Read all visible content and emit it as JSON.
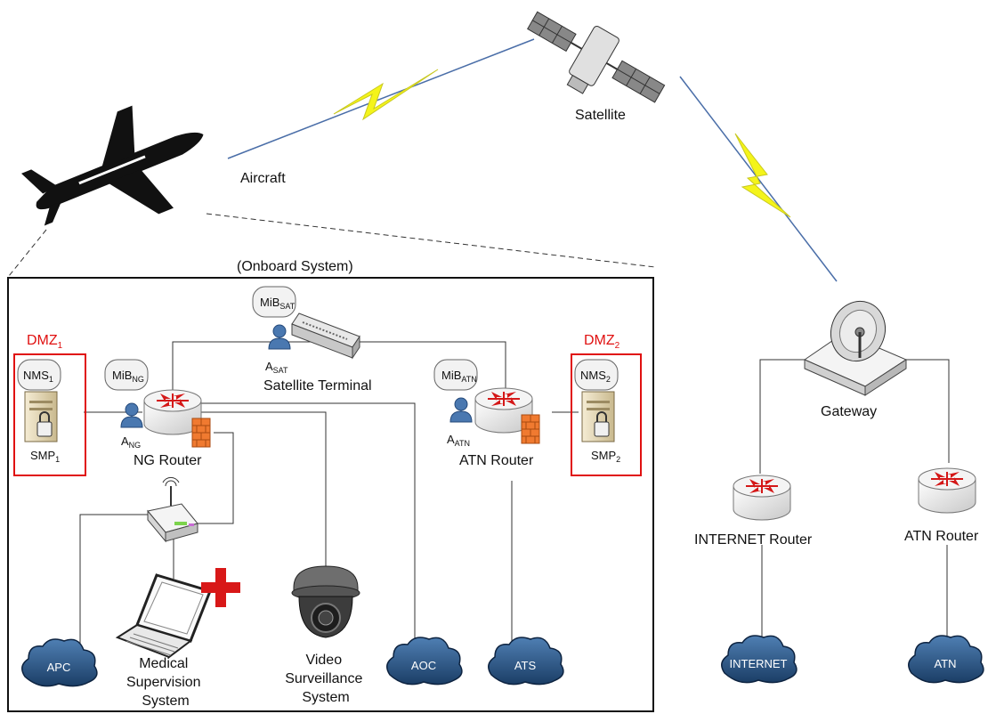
{
  "nodes": {
    "satellite": "Satellite",
    "aircraft": "Aircraft",
    "onboard_system": "(Onboard System)",
    "satellite_terminal": "Satellite Terminal",
    "ng_router": "NG Router",
    "atn_router_onboard": "ATN Router",
    "gateway": "Gateway",
    "internet_router": "INTERNET Router",
    "atn_router_ground": "ATN Router",
    "medical": [
      "Medical",
      "Supervision",
      "System"
    ],
    "video": [
      "Video",
      "Surveillance",
      "System"
    ]
  },
  "agents": {
    "a_sat": {
      "base": "A",
      "sub": "SAT"
    },
    "a_ng": {
      "base": "A",
      "sub": "NG"
    },
    "a_atn": {
      "base": "A",
      "sub": "ATN"
    }
  },
  "mibs": {
    "mib_sat": {
      "base": "MiB",
      "sub": "SAT"
    },
    "mib_ng": {
      "base": "MiB",
      "sub": "NG"
    },
    "mib_atn": {
      "base": "MiB",
      "sub": "ATN"
    }
  },
  "dmz": {
    "dmz1": {
      "base": "DMZ",
      "sub": "1"
    },
    "dmz2": {
      "base": "DMZ",
      "sub": "2"
    },
    "nms1": {
      "base": "NMS",
      "sub": "1"
    },
    "nms2": {
      "base": "NMS",
      "sub": "2"
    },
    "smp1": {
      "base": "SMP",
      "sub": "1"
    },
    "smp2": {
      "base": "SMP",
      "sub": "2"
    }
  },
  "clouds": {
    "apc": "APC",
    "aoc": "AOC",
    "ats": "ATS",
    "internet": "INTERNET",
    "atn": "ATN"
  },
  "colors": {
    "dmz_border": "#e01010",
    "lightning": "#f4f41a",
    "cloud": "#2d5a8a",
    "router_arrow": "#d41818",
    "firewall": "#f07a30",
    "medical_cross": "#d81818"
  }
}
